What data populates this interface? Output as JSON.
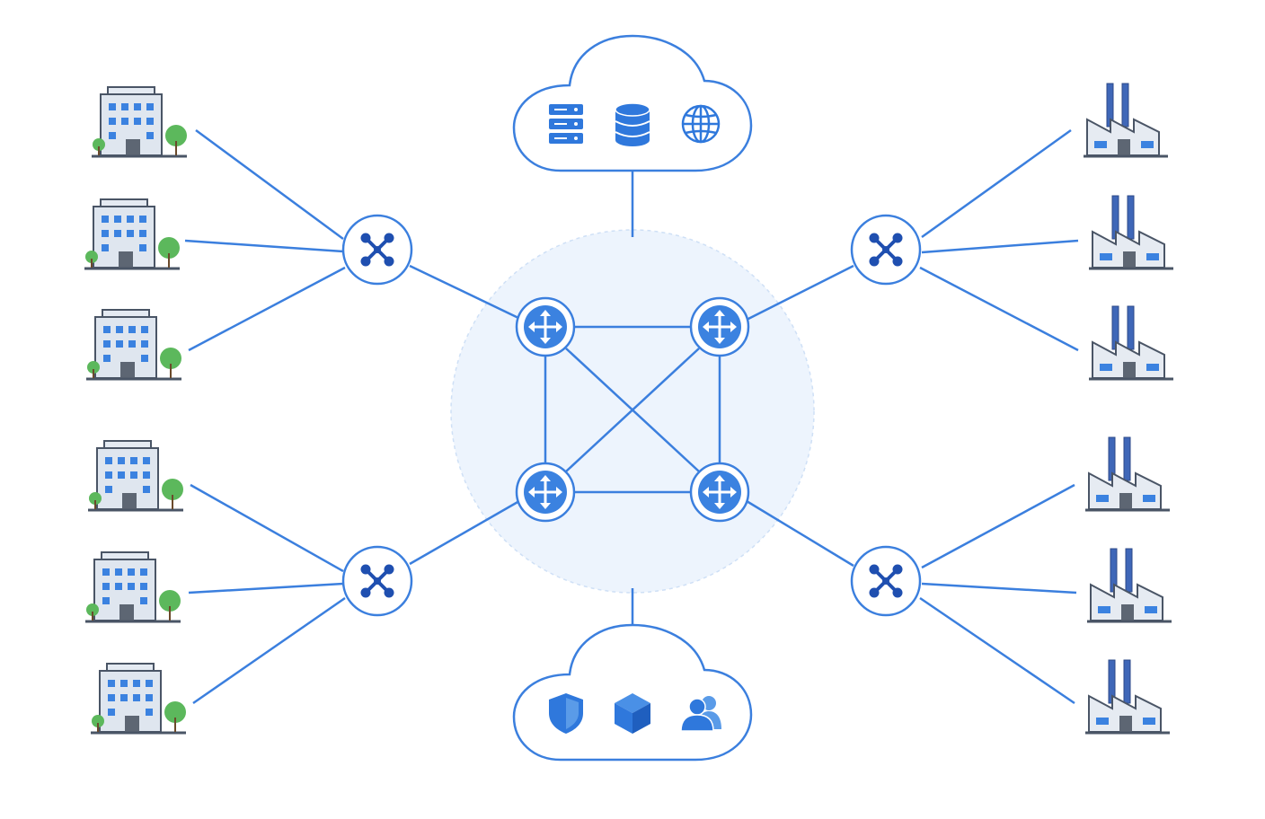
{
  "colors": {
    "line": "#3b7fde",
    "icon_blue": "#2f78dc",
    "switch_glyph": "#1f4fb0",
    "core_fill": "#edf4fd",
    "node_fill": "#ffffff",
    "tree": "#5cb85c",
    "building": "#dfe6ef",
    "window": "#3b82e0",
    "factory_stack": "#3f67b8"
  },
  "top_cloud": {
    "icons": [
      "server-icon",
      "database-icon",
      "globe-icon"
    ]
  },
  "bottom_cloud": {
    "icons": [
      "shield-icon",
      "cube-icon",
      "users-icon"
    ]
  },
  "core": {
    "routers": [
      "core-router-top-left",
      "core-router-top-right",
      "core-router-bottom-left",
      "core-router-bottom-right"
    ]
  },
  "switches": [
    "switch-left-top",
    "switch-left-bottom",
    "switch-right-top",
    "switch-right-bottom"
  ],
  "offices": {
    "count": 6,
    "icon": "office-building-icon"
  },
  "factories": {
    "count": 6,
    "icon": "factory-icon"
  }
}
